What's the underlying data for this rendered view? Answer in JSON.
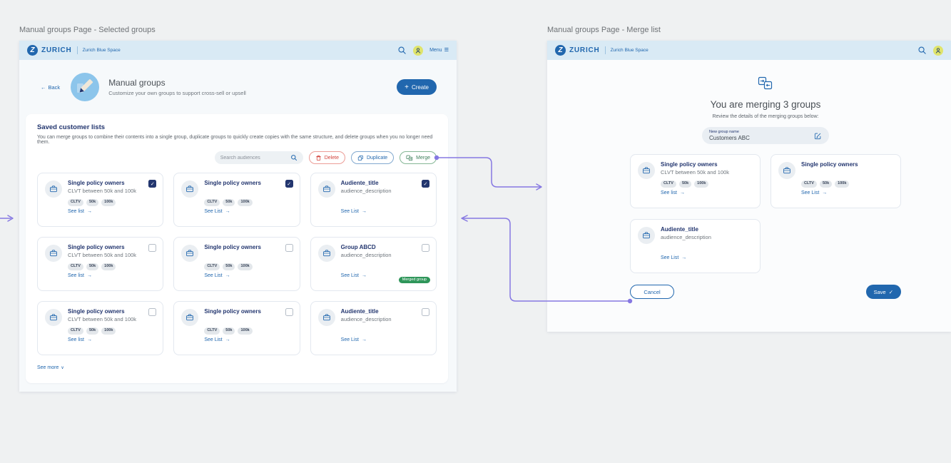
{
  "canvas": {
    "left_frame_title": "Manual groups Page - Selected groups",
    "right_frame_title": "Manual groups Page - Merge list"
  },
  "header": {
    "logo_letter": "Z",
    "brand": "ZURICH",
    "subbrand": "Zurich Blue Space",
    "menu_label": "Menu"
  },
  "icons": {
    "back_arrow": "←",
    "see_list_arrow": "→",
    "see_more_chevron": "∨",
    "menu_glyph": "≡",
    "create_plus": "+",
    "check": "✓"
  },
  "colors": {
    "brand_blue": "#2167AE",
    "navy": "#23366F",
    "header_bg": "#D9EAF5",
    "avatar_bg": "#DFE46C",
    "delete_red": "#D2423B",
    "merge_green": "#3D7F5A",
    "badge_green": "#2F965A",
    "connector_purple": "#8678E2"
  },
  "left": {
    "back_label": "Back",
    "page_title": "Manual groups",
    "page_subtitle": "Customize your own groups to support cross-sell or upsell",
    "create_label": "Create",
    "panel": {
      "title": "Saved customer lists",
      "description": "You can merge groups to combine their contents into a single group, duplicate groups to quickly create copies with the same structure, and delete groups when you no longer need them.",
      "search_placeholder": "Search audiences",
      "delete_label": "Delete",
      "duplicate_label": "Duplicate",
      "merge_label": "Merge",
      "see_more_label": "See more"
    },
    "cards": [
      {
        "title": "Single policy owners",
        "description": "CLVT between 50k and 100k",
        "tags": [
          "CLTV",
          "50k",
          "100k"
        ],
        "link": "See list",
        "checked": true
      },
      {
        "title": "Single policy owners",
        "tags": [
          "CLTV",
          "50k",
          "100k"
        ],
        "link": "See List",
        "checked": true
      },
      {
        "title": "Audiente_title",
        "description": "audience_description",
        "tags": [],
        "link": "See List",
        "checked": true
      },
      {
        "title": "Single policy owners",
        "description": "CLVT between 50k and 100k",
        "tags": [
          "CLTV",
          "50k",
          "100k"
        ],
        "link": "See list",
        "checked": false
      },
      {
        "title": "Single policy owners",
        "tags": [
          "CLTV",
          "50k",
          "100k"
        ],
        "link": "See List",
        "checked": false
      },
      {
        "title": "Group ABCD",
        "description": "audience_description",
        "tags": [],
        "link": "See List",
        "checked": false,
        "badge": "Merged group"
      },
      {
        "title": "Single policy owners",
        "description": "CLVT between 50k and 100k",
        "tags": [
          "CLTV",
          "50k",
          "100k"
        ],
        "link": "See list",
        "checked": false
      },
      {
        "title": "Single policy owners",
        "tags": [
          "CLTV",
          "50k",
          "100k"
        ],
        "link": "See List",
        "checked": false
      },
      {
        "title": "Audiente_title",
        "description": "audience_description",
        "tags": [],
        "link": "See List",
        "checked": false
      }
    ]
  },
  "right": {
    "title": "You are merging 3 groups",
    "subtitle": "Review the details of the merging groups below:",
    "name_label": "New group name",
    "name_value": "Customers ABC",
    "cancel_label": "Cancel",
    "save_label": "Save",
    "cards": [
      {
        "title": "Single policy owners",
        "description": "CLVT between 50k and 100k",
        "tags": [
          "CLTV",
          "50k",
          "100k"
        ],
        "link": "See list"
      },
      {
        "title": "Single policy owners",
        "tags": [
          "CLTV",
          "50k",
          "100k"
        ],
        "link": "See List"
      },
      {
        "title": "Audiente_title",
        "description": "audience_description",
        "tags": [],
        "link": "See List"
      }
    ]
  }
}
